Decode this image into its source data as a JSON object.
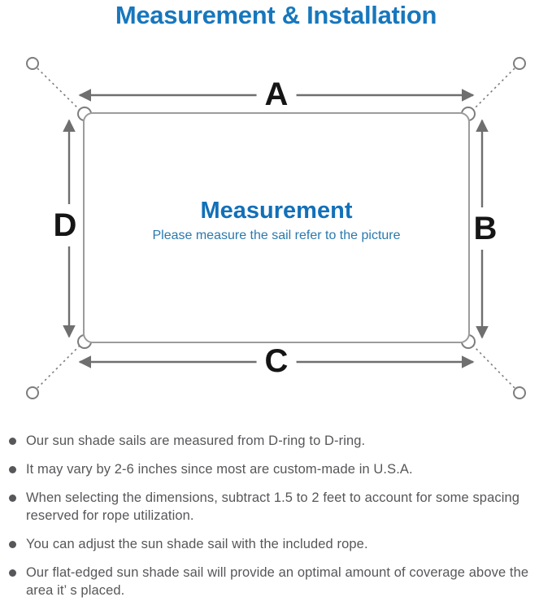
{
  "title": "Measurement & Installation",
  "diagram": {
    "labels": {
      "top": "A",
      "right": "B",
      "bottom": "C",
      "left": "D"
    },
    "center": {
      "title": "Measurement",
      "subtitle": "Please measure the sail refer to the picture"
    },
    "icons": {
      "anchor_ring": "circle-outline",
      "d_ring": "semicircle-bump-on-corner",
      "dimension_arrow": "double-headed-arrow",
      "bullet": "filled-circle"
    }
  },
  "colors": {
    "title_blue": "#1777bd",
    "center_blue": "#1270b8",
    "subtitle_blue": "#2a79ad",
    "label_black": "#151515",
    "line_gray": "#7d7d7d",
    "arrow_gray": "#6f6f6f",
    "sail_border_gray": "#9c9c9c",
    "body_text_gray": "#57575a",
    "background": "#ffffff"
  },
  "bullets": [
    "Our sun shade sails are measured from D-ring to D-ring.",
    "It may vary by 2-6 inches since most are custom-made in U.S.A.",
    "When selecting the dimensions, subtract 1.5 to 2 feet to account for some spacing reserved for rope utilization.",
    "You can adjust the sun shade sail with the included rope.",
    "Our flat-edged sun shade sail will provide an optimal amount of coverage above the area it’ s placed."
  ]
}
